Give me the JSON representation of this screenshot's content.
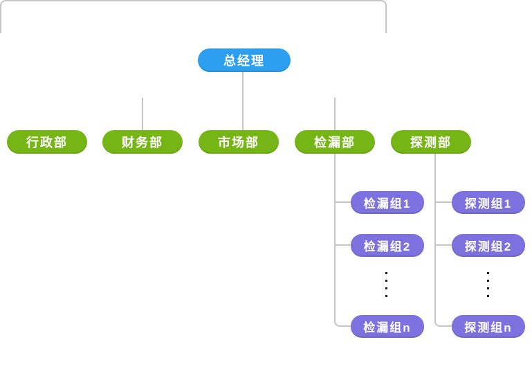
{
  "diagram": {
    "type": "org-chart",
    "root": {
      "label": "总经理"
    },
    "departments": [
      {
        "label": "行政部"
      },
      {
        "label": "财务部"
      },
      {
        "label": "市场部"
      },
      {
        "label": "检漏部"
      },
      {
        "label": "探测部"
      }
    ],
    "groups": {
      "leak": {
        "parent": "检漏部",
        "items": [
          {
            "label": "检漏组1"
          },
          {
            "label": "检漏组2"
          },
          {
            "label": "检漏组n"
          }
        ],
        "ellipsis_dots": 4
      },
      "detect": {
        "parent": "探测部",
        "items": [
          {
            "label": "探测组1"
          },
          {
            "label": "探测组2"
          },
          {
            "label": "探测组n"
          }
        ],
        "ellipsis_dots": 4
      }
    },
    "colors": {
      "root_node": "#2d9ff0",
      "department_node": "#75b616",
      "group_node": "#7c71de",
      "connector_line": "#c5c5c5",
      "node_text": "#ffffff",
      "ellipsis_dot": "#1b1b1b",
      "background": "#ffffff"
    }
  }
}
